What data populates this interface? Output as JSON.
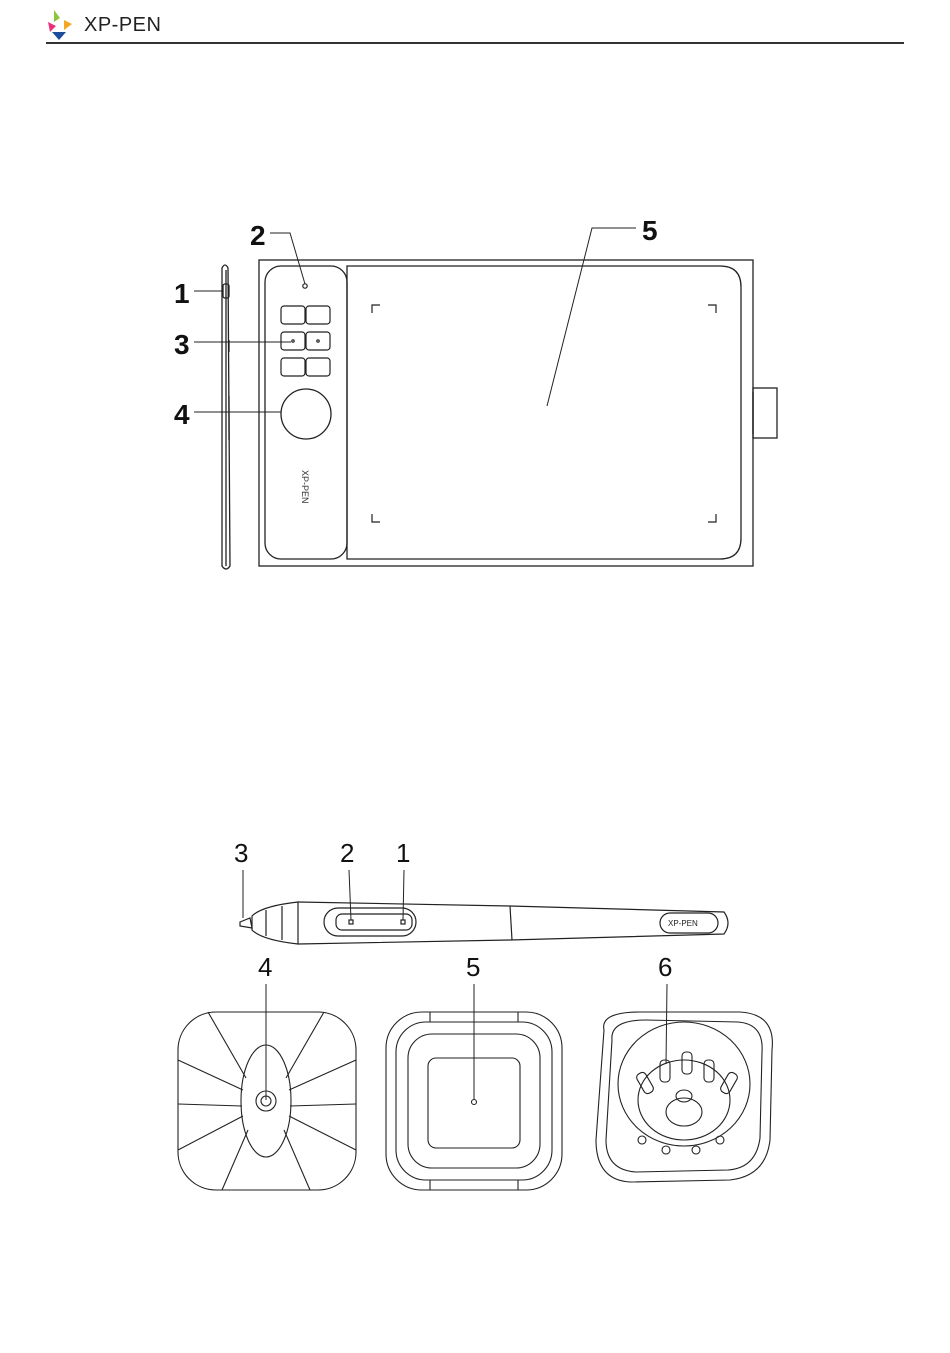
{
  "header": {
    "brand": "XP-PEN"
  },
  "tablet_figure": {
    "callouts": [
      "1",
      "2",
      "3",
      "4",
      "5"
    ],
    "device_logo": "XP-PEN"
  },
  "pen_figure": {
    "callouts": [
      "3",
      "2",
      "1",
      "4",
      "5",
      "6"
    ],
    "pen_logo": "XP-PEN"
  }
}
